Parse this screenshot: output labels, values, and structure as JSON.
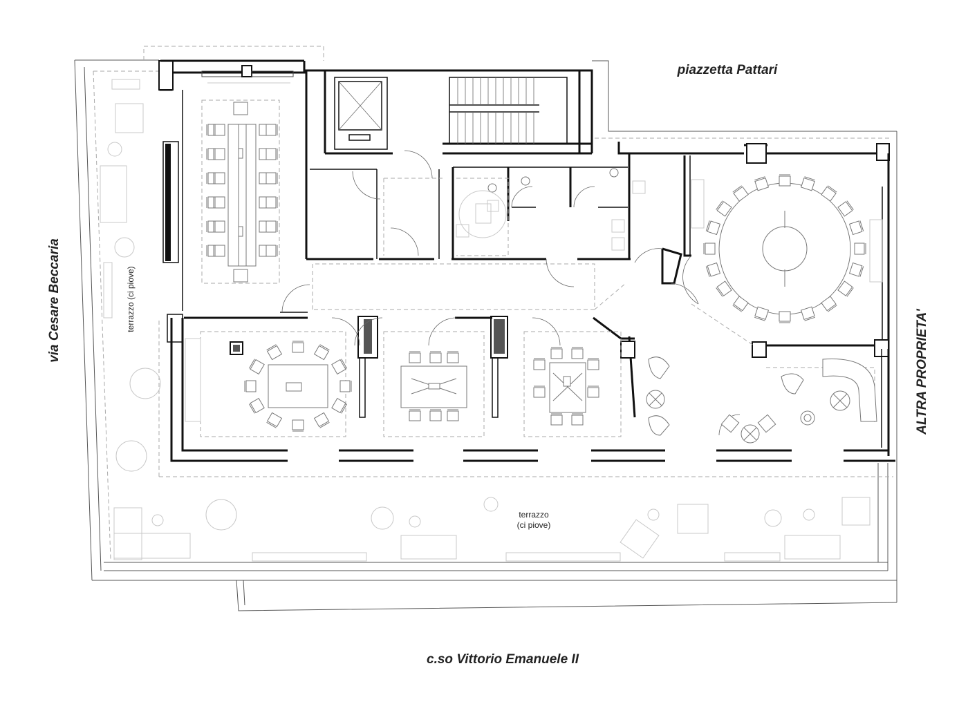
{
  "streets": {
    "north": "piazzetta Pattari",
    "west": "via Cesare Beccaria",
    "south": "c.so Vittorio Emanuele II",
    "east": "ALTRA PROPRIETA'"
  },
  "terraces": {
    "west": "terrazzo (ci piove)",
    "south_line1": "terrazzo",
    "south_line2": "(ci piove)"
  },
  "colors": {
    "wall": "#111111",
    "furniture": "#777777",
    "outline": "#555555",
    "dashed": "#aaaaaa"
  }
}
